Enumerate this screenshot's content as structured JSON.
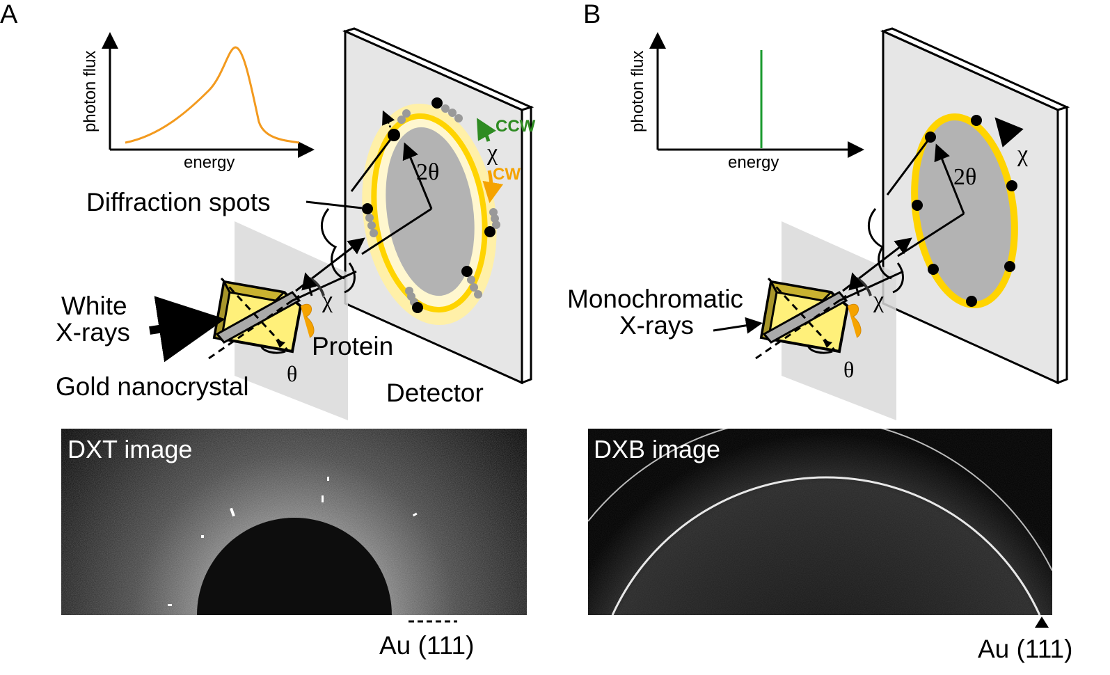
{
  "panel_a": {
    "label": "A",
    "chart": {
      "ylabel": "photon flux",
      "xlabel": "energy",
      "curve_color": "#f39a1e"
    },
    "labels": {
      "diffraction_spots": "Diffraction spots",
      "white": "White",
      "xrays": "X-rays",
      "protein": "Protein",
      "gold_nanocrystal": "Gold nanocrystal",
      "detector": "Detector",
      "two_theta": "2θ",
      "chi": "χ",
      "chi_crystal": "χ",
      "theta": "θ",
      "ccw": "CCW",
      "cw": "CW"
    },
    "image": {
      "title": "DXT image",
      "marker_label": "Au (111)"
    }
  },
  "panel_b": {
    "label": "B",
    "chart": {
      "ylabel": "photon flux",
      "xlabel": "energy",
      "line_color": "#1a9a2e"
    },
    "labels": {
      "monochromatic": "Monochromatic",
      "xrays": "X-rays",
      "two_theta": "2θ",
      "chi": "χ",
      "chi_crystal": "χ",
      "theta": "θ"
    },
    "image": {
      "title": "DXB image",
      "marker_label": "Au (111)"
    }
  },
  "colors": {
    "ring_yellow": "#ffd400",
    "halo_yellow": "#fff0a8",
    "detector_gray": "#e6e6e6",
    "inner_gray": "#b3b3b3",
    "ccw_green": "#2e8b22",
    "cw_orange": "#f5a300"
  }
}
